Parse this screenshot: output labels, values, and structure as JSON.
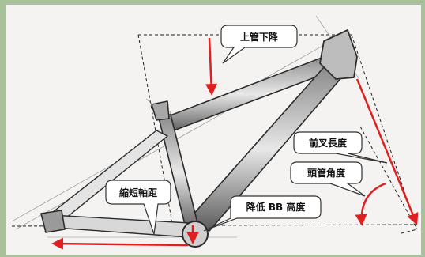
{
  "callouts": {
    "top_tube_drop": "上管下降",
    "fork_length": "前叉長度",
    "head_tube_angle": "頭管角度",
    "short_chainstay": "縮短軸距",
    "lower_bb": "降低 BB 高度"
  },
  "colors": {
    "background": "#a9c19b",
    "paper": "#f4f3f1",
    "pencil": "#3a3a3a",
    "arrow": "#e02020"
  }
}
